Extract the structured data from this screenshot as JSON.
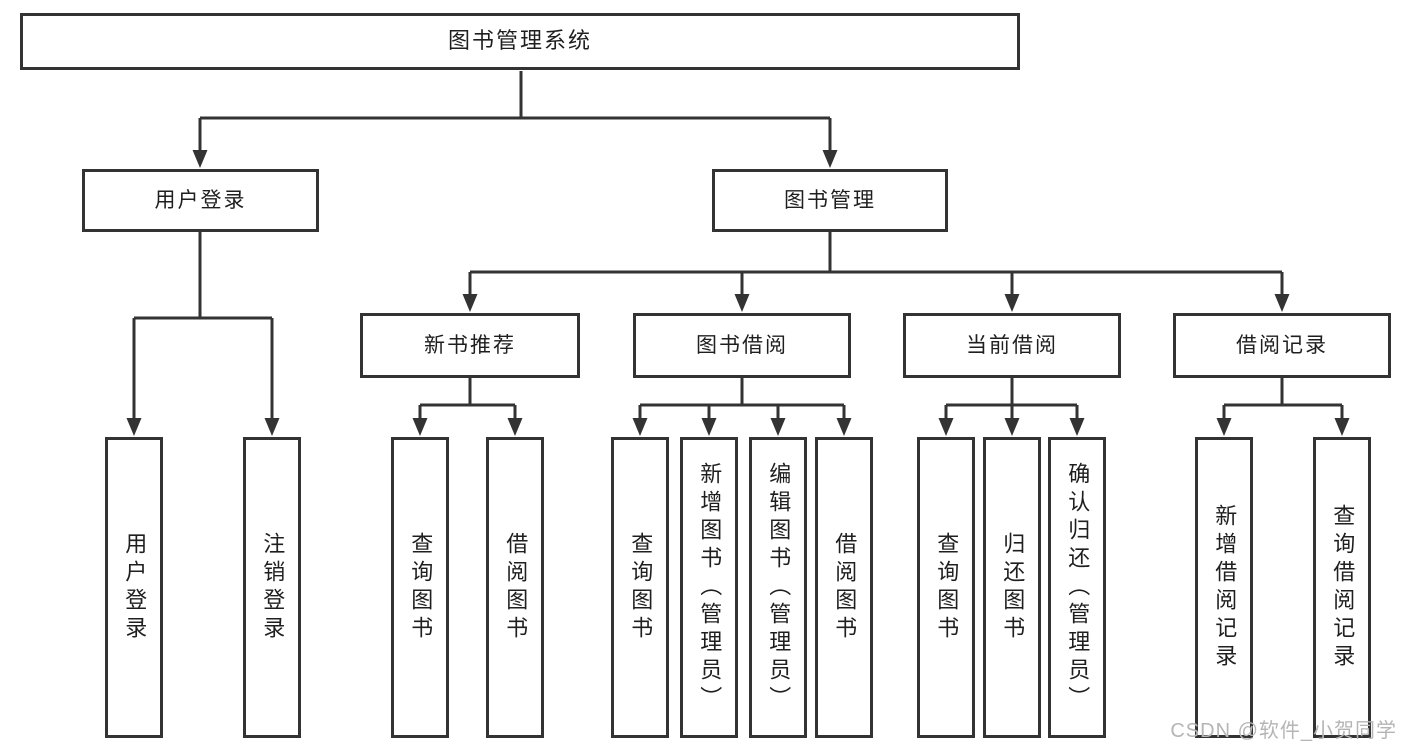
{
  "diagram": {
    "type": "hierarchy-flowchart",
    "root": {
      "label": "图书管理系统"
    },
    "level2": [
      {
        "label": "用户登录",
        "children": [
          {
            "label": "用户登录"
          },
          {
            "label": "注销登录"
          }
        ]
      },
      {
        "label": "图书管理",
        "children": [
          {
            "label": "新书推荐",
            "children": [
              {
                "label": "查询图书"
              },
              {
                "label": "借阅图书"
              }
            ]
          },
          {
            "label": "图书借阅",
            "children": [
              {
                "label": "查询图书"
              },
              {
                "label": "新增图书（管理员）"
              },
              {
                "label": "编辑图书（管理员）"
              },
              {
                "label": "借阅图书"
              }
            ]
          },
          {
            "label": "当前借阅",
            "children": [
              {
                "label": "查询图书"
              },
              {
                "label": "归还图书"
              },
              {
                "label": "确认归还（管理员）"
              }
            ]
          },
          {
            "label": "借阅记录",
            "children": [
              {
                "label": "新增借阅记录"
              },
              {
                "label": "查询借阅记录"
              }
            ]
          }
        ]
      }
    ]
  },
  "watermark": {
    "text": "CSDN @软件_小贺同学"
  },
  "colors": {
    "line": "#333333",
    "text": "#1f1f1f",
    "background": "#ffffff",
    "watermark": "#b5b5b5"
  }
}
